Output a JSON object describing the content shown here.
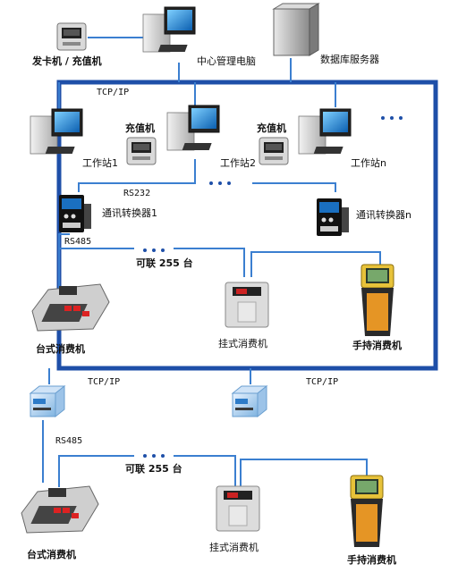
{
  "labels": {
    "card_issuer": "发卡机 / 充值机",
    "central_pc": "中心管理电脑",
    "db_server": "数据库服务器",
    "tcpip_top": "TCP/IP",
    "recharger_1": "充值机",
    "recharger_2": "充值机",
    "workstation_1": "工作站1",
    "workstation_2": "工作站2",
    "workstation_n": "工作站n",
    "rs232": "RS232",
    "converter_1": "通讯转换器1",
    "converter_n": "通讯转换器n",
    "rs485_top": "RS485",
    "link_255_top": "可联 255 台",
    "desk_pos_top": "台式消费机",
    "wall_pos_top": "挂式消费机",
    "handheld_pos_top": "手持消费机",
    "tcpip_bottom_left": "TCP/IP",
    "tcpip_bottom_right": "TCP/IP",
    "rs485_bottom": "RS485",
    "link_255_bottom": "可联 255 台",
    "desk_pos_bottom": "台式消费机",
    "wall_pos_bottom": "挂式消费机",
    "handheld_pos_bottom": "手持消费机"
  },
  "colors": {
    "backbone": "#1e4fa8",
    "link": "#3b7fd0",
    "screen": "#1a8fd6",
    "device_body": "#d8d8d8"
  }
}
